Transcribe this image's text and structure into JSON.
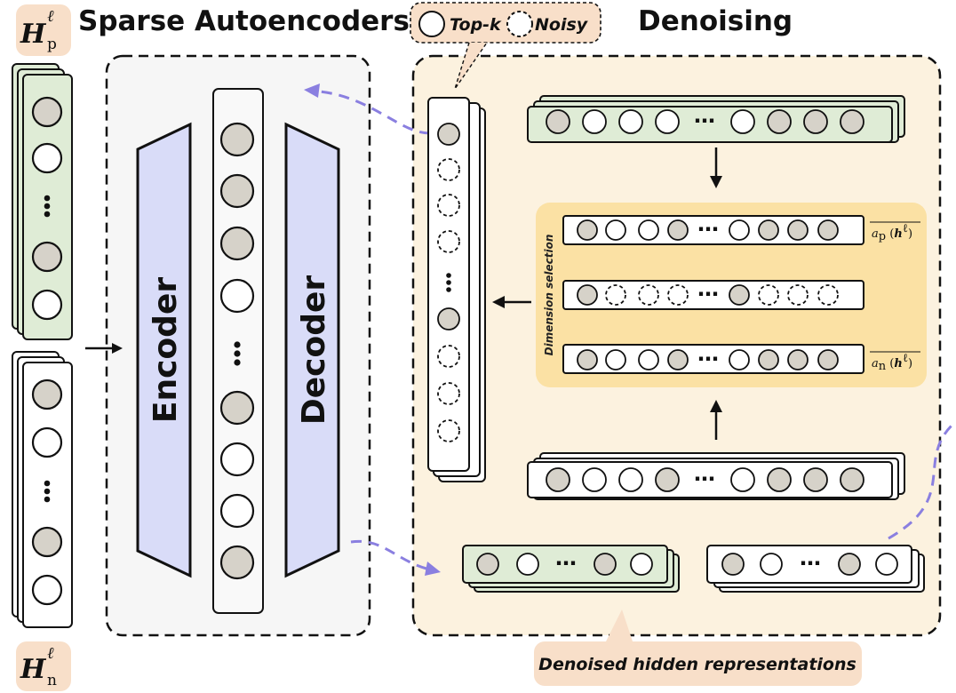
{
  "titles": {
    "sae": "Sparse Autoencoders",
    "denoising": "Denoising"
  },
  "legend": {
    "topk": "Top-k",
    "noisy": "Noisy"
  },
  "labels": {
    "encoder": "Encoder",
    "decoder": "Decoder",
    "dimension_selection": "Dimension selection",
    "denoised": "Denoised hidden representations",
    "ellipsis": "⋯"
  },
  "math": {
    "H": "H",
    "ell": "ℓ",
    "p": "p",
    "n": "n",
    "a": "a",
    "h": "h",
    "paren_open": " (",
    "paren_close": ")"
  },
  "colors": {
    "green_fill": "#dfecd6",
    "gray_node": "#d6d2c9",
    "white_node": "#ffffff",
    "trapezoid": "#d9dcf8",
    "sae_bg": "#f6f6f6",
    "denoise_bg": "#fcf2df",
    "dim_select_bg": "#fbe1a4",
    "callout": "#f8dfc9",
    "arrow_purple": "#8a7fe0"
  }
}
